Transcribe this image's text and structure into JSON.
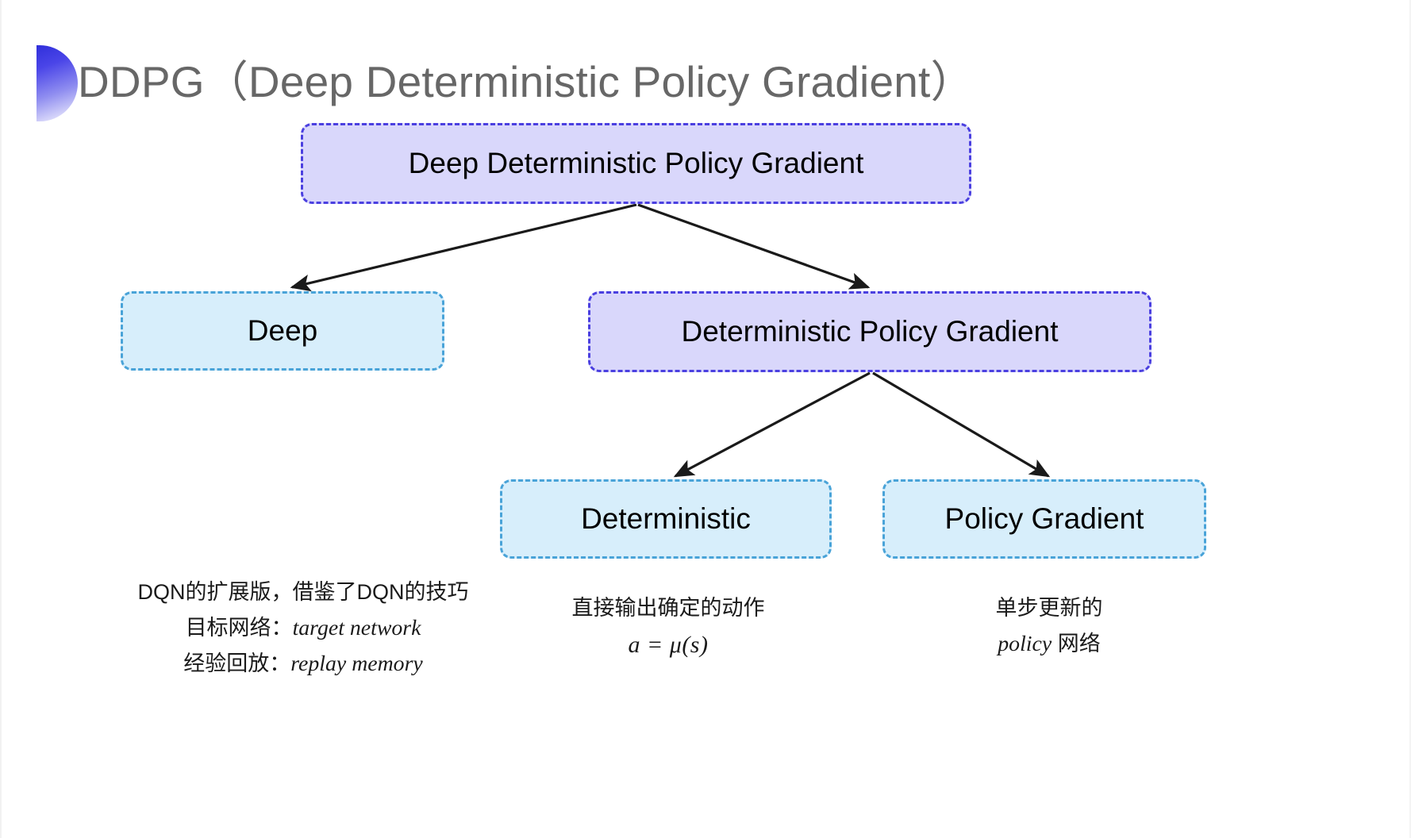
{
  "slide": {
    "title": "DDPG（Deep Deterministic Policy Gradient）",
    "background_color": "#ffffff",
    "accent_color": "#3a33e0"
  },
  "diagram": {
    "type": "tree",
    "nodes": [
      {
        "id": "root",
        "label": "Deep Deterministic Policy Gradient",
        "style": "purple"
      },
      {
        "id": "deep",
        "label": "Deep",
        "style": "blue"
      },
      {
        "id": "dpg",
        "label": "Deterministic Policy Gradient",
        "style": "purple"
      },
      {
        "id": "det",
        "label": "Deterministic",
        "style": "blue"
      },
      {
        "id": "pg",
        "label": "Policy Gradient",
        "style": "blue"
      }
    ],
    "edges": [
      {
        "from": "root",
        "to": "deep"
      },
      {
        "from": "root",
        "to": "dpg"
      },
      {
        "from": "dpg",
        "to": "det"
      },
      {
        "from": "dpg",
        "to": "pg"
      }
    ],
    "colors": {
      "purple_fill": "#d9d7fb",
      "purple_border": "#4b40e0",
      "blue_fill": "#d7eefb",
      "blue_border": "#49a3d8",
      "arrow": "#1a1a1a"
    }
  },
  "captions": {
    "deep": {
      "line1": "DQN的扩展版，借鉴了DQN的技巧",
      "line2_label": "目标网络：",
      "line2_term": "target network",
      "line3_label": "经验回放：",
      "line3_term": "replay memory"
    },
    "deterministic": {
      "line1": "直接输出确定的动作",
      "formula": "a = μ(s)"
    },
    "policy_gradient": {
      "line1": "单步更新的",
      "line2_term": "policy",
      "line2_tail": " 网络"
    }
  }
}
